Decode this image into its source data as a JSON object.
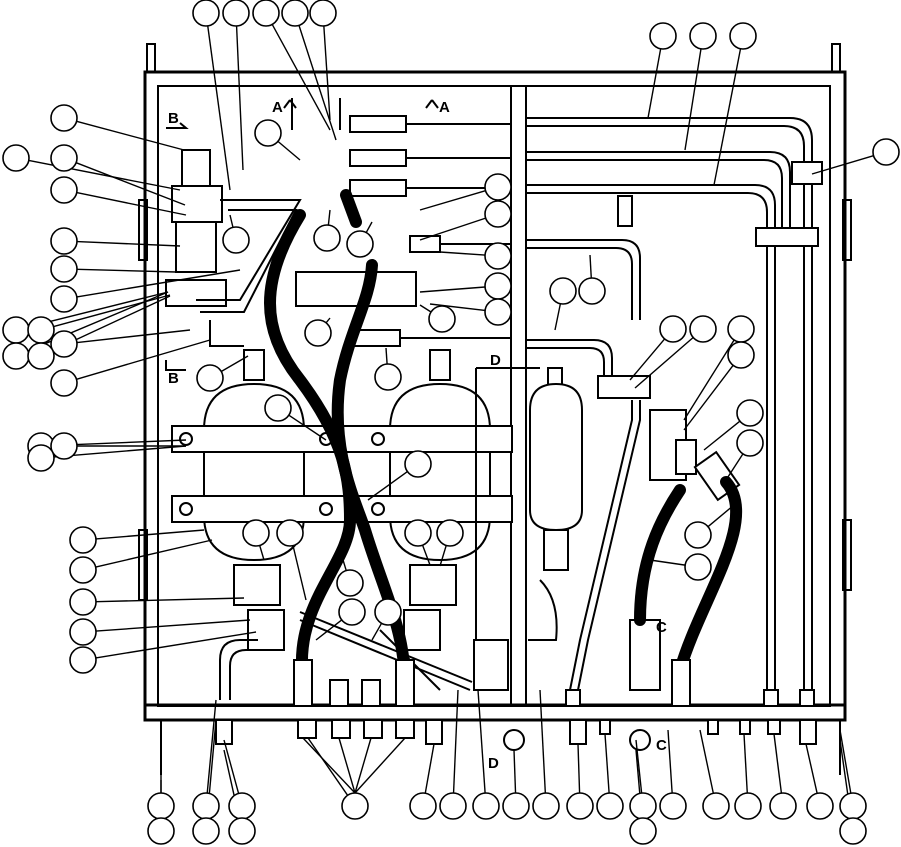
{
  "figure": {
    "section_labels": {
      "a_left": "A",
      "a_right": "A",
      "b_top": "B",
      "b_bottom": "B",
      "c_top": "C",
      "c_bottom": "C",
      "d_top": "D",
      "d_bottom": "D"
    }
  }
}
